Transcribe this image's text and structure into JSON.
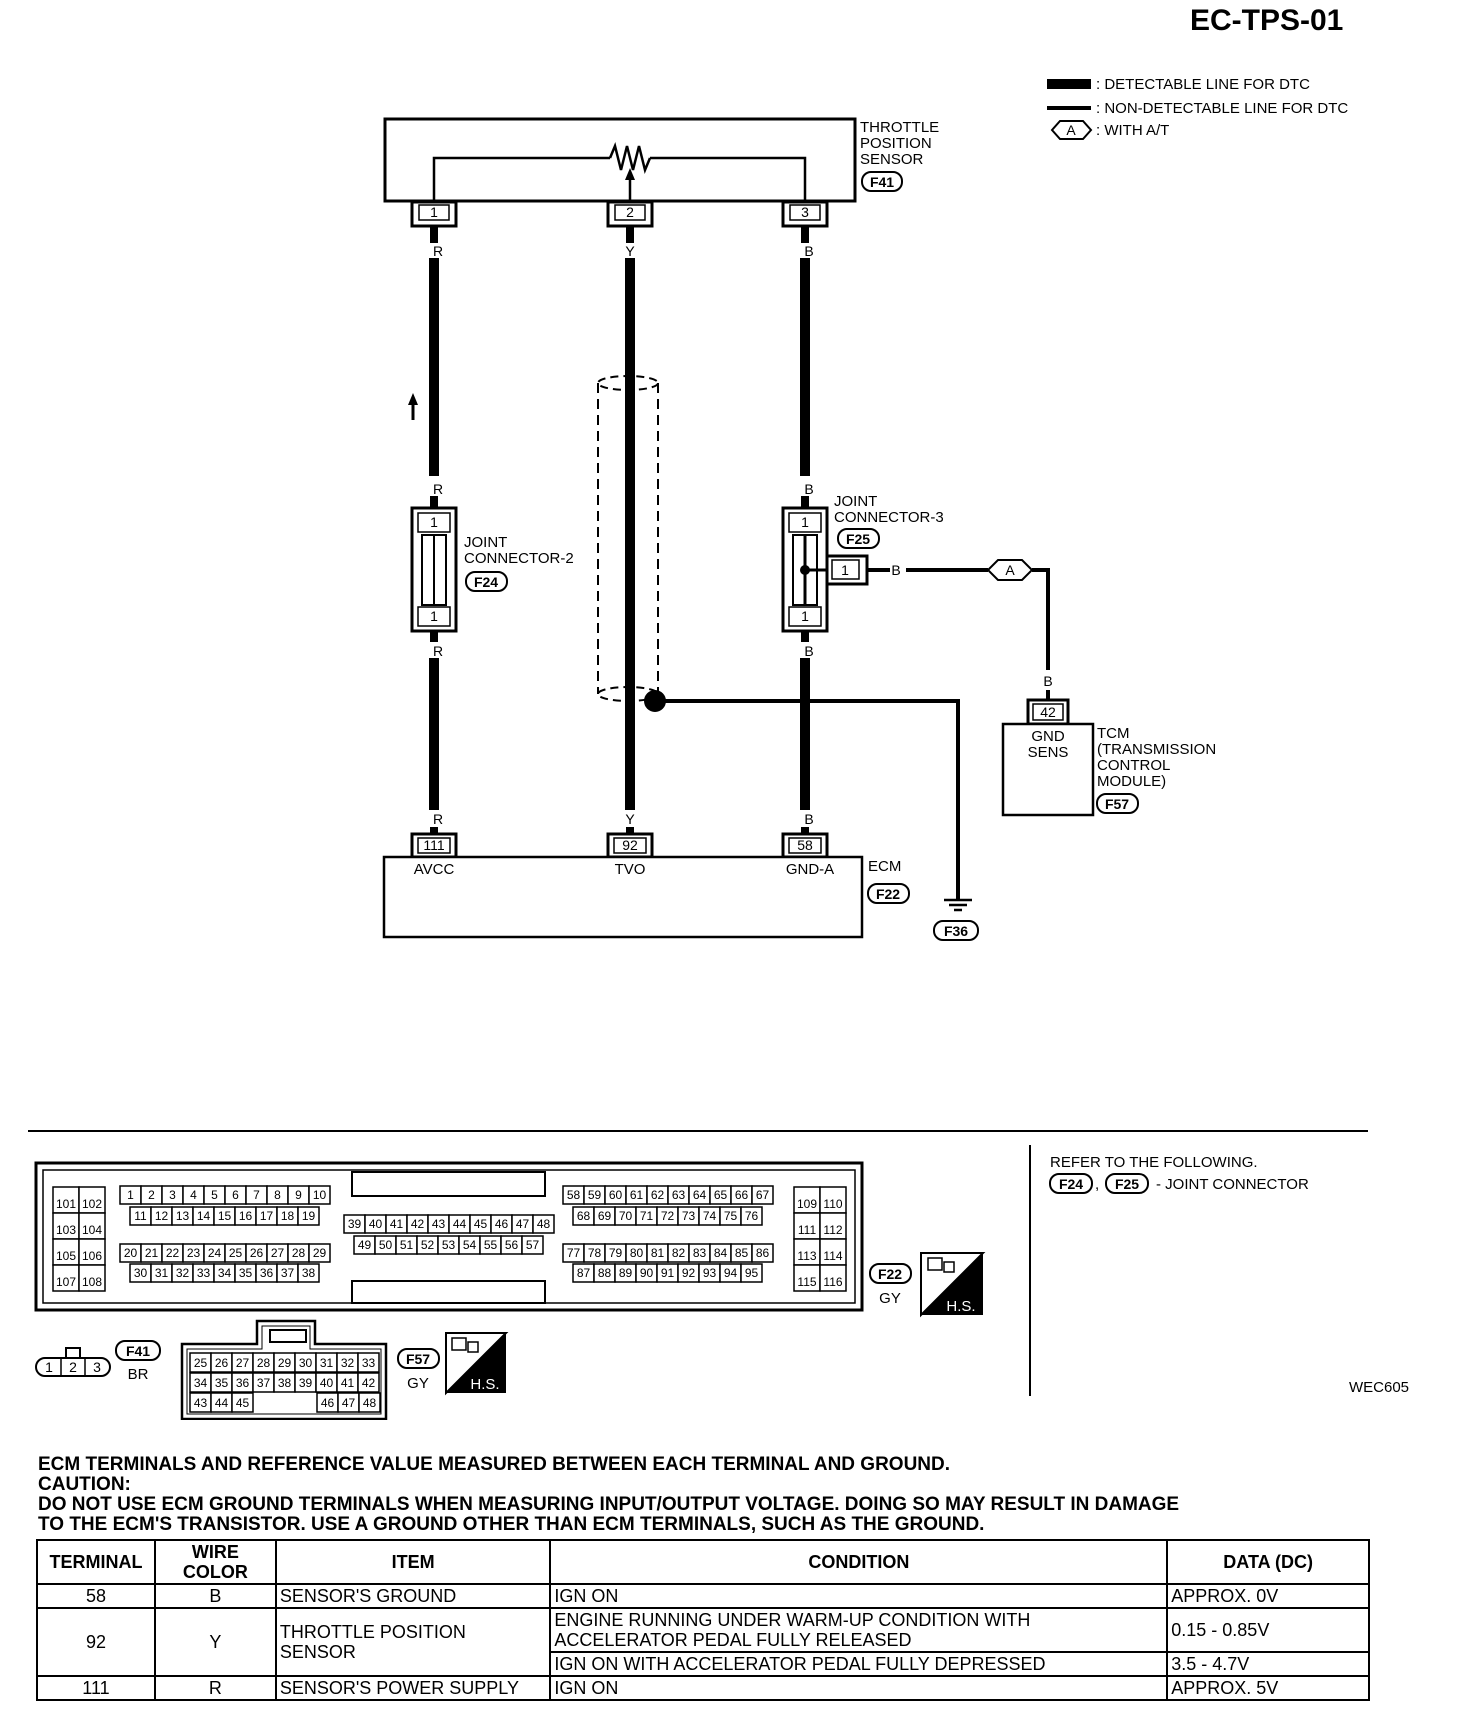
{
  "page_code": "EC-TPS-01",
  "figure_code": "WEC605",
  "legend": {
    "detectable": ": DETECTABLE LINE FOR DTC",
    "non_detectable": ": NON-DETECTABLE LINE FOR DTC",
    "with_at_symbol": "A",
    "with_at": ": WITH A/T"
  },
  "tps": {
    "name": [
      "THROTTLE",
      "POSITION",
      "SENSOR"
    ],
    "connector": "F41",
    "pins": [
      "1",
      "2",
      "3"
    ]
  },
  "wire_colors": {
    "r": "R",
    "y": "Y",
    "b": "B"
  },
  "joint2": {
    "name": [
      "JOINT",
      "CONNECTOR-2"
    ],
    "connector": "F24",
    "pin": "1"
  },
  "joint3": {
    "name": [
      "JOINT",
      "CONNECTOR-3"
    ],
    "connector": "F25",
    "pin": "1"
  },
  "tcm": {
    "pin": "42",
    "terminal": [
      "GND",
      "SENS"
    ],
    "name": [
      "TCM",
      "(TRANSMISSION",
      "CONTROL",
      "MODULE)"
    ],
    "connector": "F57"
  },
  "ecm": {
    "name": "ECM",
    "connector": "F22",
    "terminals": [
      {
        "pin": "111",
        "label": "AVCC"
      },
      {
        "pin": "92",
        "label": "TVO"
      },
      {
        "pin": "58",
        "label": "GND-A"
      }
    ]
  },
  "ground_connector": "F36",
  "refer": {
    "line1": "REFER TO THE FOLLOWING.",
    "codes": [
      "F24",
      "F25"
    ],
    "sep": ",",
    "desc": "- JOINT CONNECTOR"
  },
  "connector_views": {
    "f22": {
      "code": "F22",
      "color": "GY",
      "badge": "H.S."
    },
    "f41": {
      "code": "F41",
      "color": "BR",
      "pins": [
        "1",
        "2",
        "3"
      ]
    },
    "f57": {
      "code": "F57",
      "color": "GY",
      "badge": "H.S.",
      "rows": [
        [
          "25",
          "26",
          "27",
          "28",
          "29",
          "30",
          "31",
          "32",
          "33"
        ],
        [
          "34",
          "35",
          "36",
          "37",
          "38",
          "39",
          "40",
          "41",
          "42"
        ],
        [
          "43",
          "44",
          "45",
          "46",
          "47",
          "48"
        ]
      ]
    },
    "f22_blocks": {
      "left": [
        [
          "101",
          "102"
        ],
        [
          "103",
          "104"
        ],
        [
          "105",
          "106"
        ],
        [
          "107",
          "108"
        ]
      ],
      "g1_top": [
        "1",
        "2",
        "3",
        "4",
        "5",
        "6",
        "7",
        "8",
        "9",
        "10"
      ],
      "g1_mid": [
        "11",
        "12",
        "13",
        "14",
        "15",
        "16",
        "17",
        "18",
        "19"
      ],
      "g1_low": [
        "20",
        "21",
        "22",
        "23",
        "24",
        "25",
        "26",
        "27",
        "28",
        "29"
      ],
      "g1_bot": [
        "30",
        "31",
        "32",
        "33",
        "34",
        "35",
        "36",
        "37",
        "38"
      ],
      "g2_top": [
        "39",
        "40",
        "41",
        "42",
        "43",
        "44",
        "45",
        "46",
        "47",
        "48"
      ],
      "g2_bot": [
        "49",
        "50",
        "51",
        "52",
        "53",
        "54",
        "55",
        "56",
        "57"
      ],
      "g3_top": [
        "58",
        "59",
        "60",
        "61",
        "62",
        "63",
        "64",
        "65",
        "66",
        "67"
      ],
      "g3_mid": [
        "68",
        "69",
        "70",
        "71",
        "72",
        "73",
        "74",
        "75",
        "76"
      ],
      "g3_low": [
        "77",
        "78",
        "79",
        "80",
        "81",
        "82",
        "83",
        "84",
        "85",
        "86"
      ],
      "g3_bot": [
        "87",
        "88",
        "89",
        "90",
        "91",
        "92",
        "93",
        "94",
        "95"
      ],
      "right": [
        [
          "109",
          "110"
        ],
        [
          "111",
          "112"
        ],
        [
          "113",
          "114"
        ],
        [
          "115",
          "116"
        ]
      ]
    }
  },
  "notes": [
    "ECM TERMINALS AND REFERENCE VALUE MEASURED BETWEEN EACH TERMINAL AND GROUND.",
    "CAUTION:",
    "DO NOT USE ECM GROUND TERMINALS WHEN MEASURING INPUT/OUTPUT VOLTAGE. DOING SO MAY RESULT IN DAMAGE",
    "TO THE ECM'S TRANSISTOR. USE A GROUND OTHER THAN ECM TERMINALS, SUCH AS THE GROUND."
  ],
  "table": {
    "headers": [
      "TERMINAL",
      "WIRE COLOR",
      "ITEM",
      "CONDITION",
      "DATA (DC)"
    ],
    "rows": [
      {
        "terminal": "58",
        "wire": "B",
        "item": "SENSOR'S GROUND",
        "condition": "IGN ON",
        "data": "APPROX. 0V"
      },
      {
        "terminal": "92",
        "wire": "Y",
        "item": "THROTTLE POSITION SENSOR",
        "condition": "ENGINE RUNNING UNDER WARM-UP CONDITION WITH ACCELERATOR PEDAL FULLY RELEASED",
        "data": "0.15 - 0.85V"
      },
      {
        "condition": "IGN ON WITH ACCELERATOR PEDAL FULLY DEPRESSED",
        "data": "3.5 - 4.7V"
      },
      {
        "terminal": "111",
        "wire": "R",
        "item": "SENSOR'S POWER SUPPLY",
        "condition": "IGN ON",
        "data": "APPROX. 5V"
      }
    ]
  }
}
